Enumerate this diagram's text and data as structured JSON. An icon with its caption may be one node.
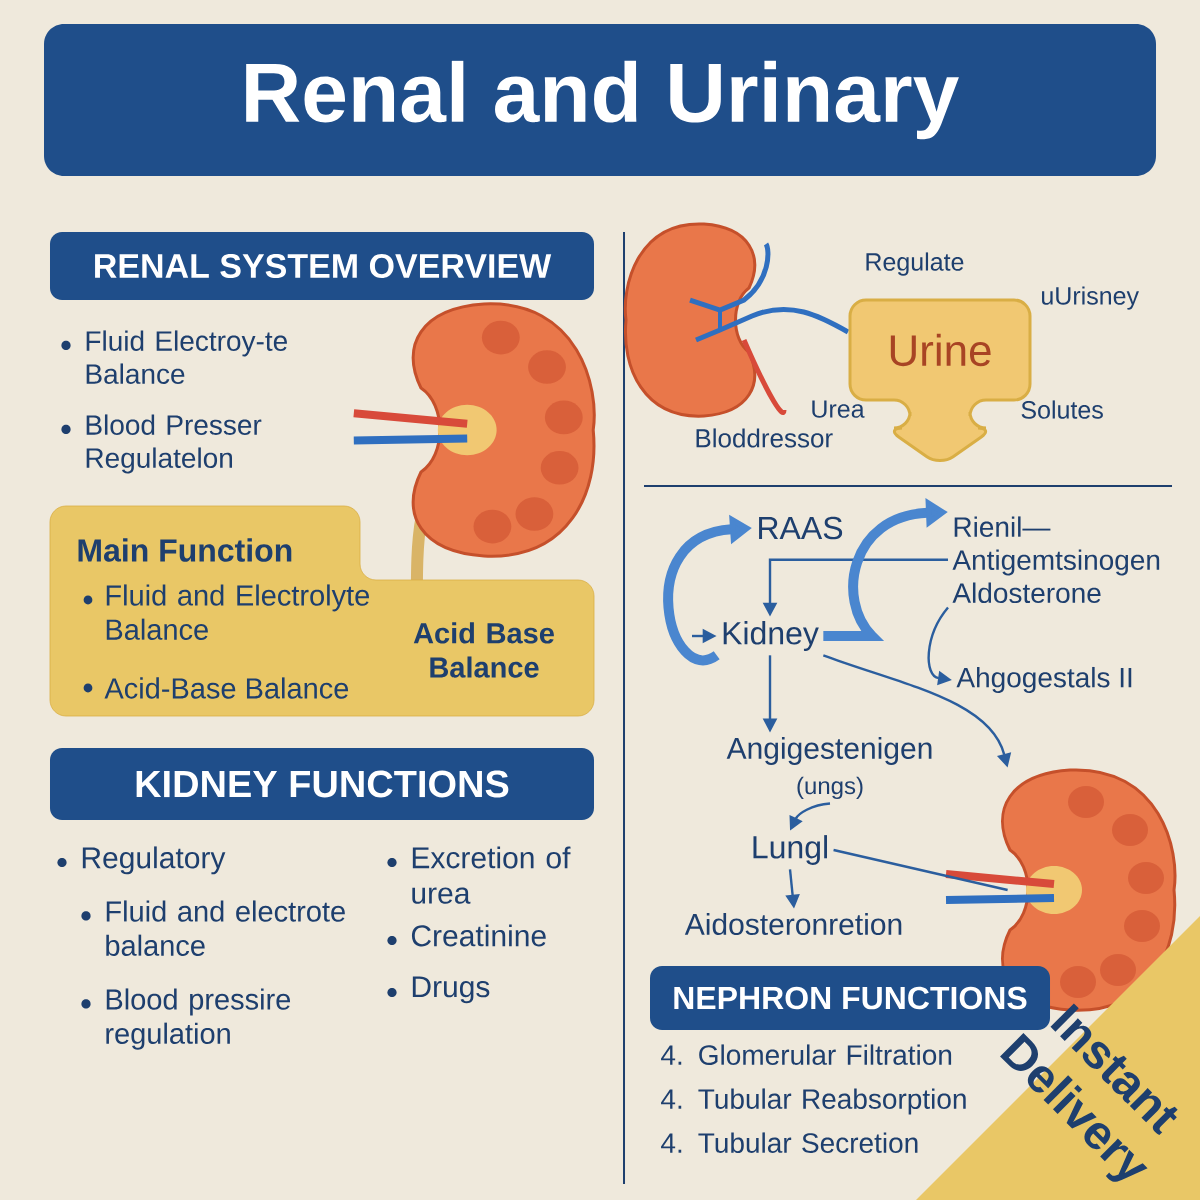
{
  "diagram": {
    "nodes": [
      {
        "text": [
          "Renal and Urinary"
        ]
      },
      {
        "text": [
          "RENAL SYSTEM OVERVIEW"
        ]
      },
      {
        "text": [
          "Main Function",
          "Fluid and Electrolyte Balance",
          "Acid-Base Balance",
          "Acid Base Balance"
        ]
      },
      {
        "text": [
          "KIDNEY FUNCTIONS"
        ]
      },
      {
        "text": [
          "Urine"
        ]
      },
      {
        "text": [
          "RAAS"
        ]
      },
      {
        "text": [
          "Kidney"
        ]
      },
      {
        "text": [
          "Rienil— Antigemtsinogen Aldosterone"
        ]
      },
      {
        "text": [
          "Ahgogestals II"
        ]
      },
      {
        "text": [
          "Angigestenigen",
          "(ungs)"
        ]
      },
      {
        "text": [
          "Lungl"
        ]
      },
      {
        "text": [
          "Aidosteronretion"
        ]
      },
      {
        "text": [],
        "shape": "picture"
      },
      {
        "text": [
          "NEPHRON FUNCTIONS"
        ]
      },
      {
        "text": [
          "Instant Delivery"
        ]
      }
    ],
    "edges": [
      {
        "from": 6,
        "to": 5,
        "arrow": "to",
        "style": "thick",
        "color": "#4a86cf"
      },
      {
        "from": null,
        "to": 6,
        "arrow": "to"
      },
      {
        "from": 7,
        "to": 6,
        "arrow": "to"
      },
      {
        "from": 6,
        "to": 7,
        "arrow": "to",
        "style": "thick",
        "color": "#4a86cf"
      },
      {
        "from": 7,
        "to": 8,
        "arrow": "to"
      },
      {
        "from": 6,
        "to": 9,
        "arrow": "to"
      },
      {
        "from": 6,
        "to": 12,
        "arrow": "to"
      },
      {
        "from": 9,
        "to": 10,
        "arrow": "to"
      },
      {
        "from": 10,
        "to": 12,
        "arrow": "none"
      },
      {
        "from": 10,
        "to": 11,
        "arrow": "to"
      }
    ],
    "labels": [
      "Fluid Electroy-te Balance",
      "Blood Presser Regulatelon",
      "Regulate",
      "uUrisney",
      "Urea",
      "Solutes",
      "Bloddressor",
      "Regulatory",
      "Fluid and electrote balance",
      "Blood pressire regulation",
      "Excretion of urea",
      "Creatinine",
      "Drugs",
      "4. Glomerular Filtration",
      "4. Tubular Reabsorption",
      "4. Tubular Secretion"
    ]
  }
}
